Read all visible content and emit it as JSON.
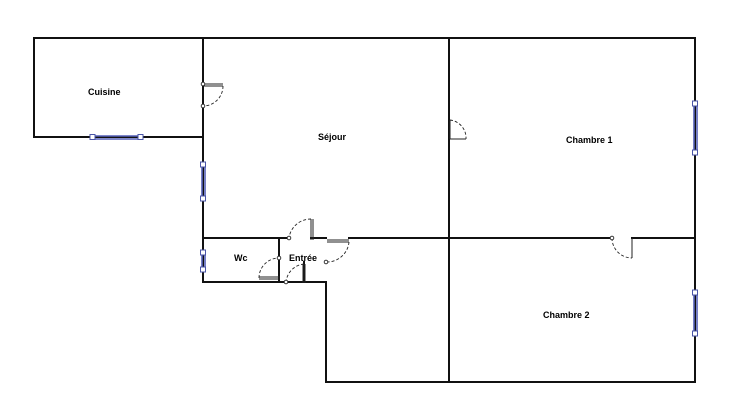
{
  "rooms": [
    {
      "id": "cuisine",
      "label": "Cuisine"
    },
    {
      "id": "sejour",
      "label": "Séjour"
    },
    {
      "id": "chambre1",
      "label": "Chambre 1"
    },
    {
      "id": "chambre2",
      "label": "Chambre 2"
    },
    {
      "id": "wc",
      "label": "Wc"
    },
    {
      "id": "entree",
      "label": "Entrée"
    }
  ],
  "colors": {
    "wall": "#111111",
    "window": "#5560b8",
    "background": "#ffffff"
  }
}
